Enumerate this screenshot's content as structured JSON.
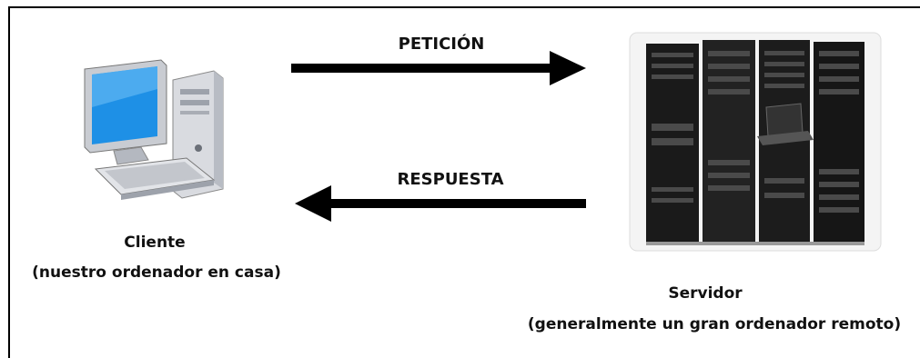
{
  "request": {
    "label": "PETICIÓN"
  },
  "response": {
    "label": "RESPUESTA"
  },
  "client": {
    "name": "Cliente",
    "description": "(nuestro ordenador en casa)",
    "icon": "desktop-computer-icon"
  },
  "server": {
    "name": "Servidor",
    "description": "(generalmente un gran ordenador remoto)",
    "icon": "server-rack-icon"
  },
  "colors": {
    "arrow": "#000000",
    "screen": "#1e90e6",
    "rack": "#1a1a1a"
  }
}
